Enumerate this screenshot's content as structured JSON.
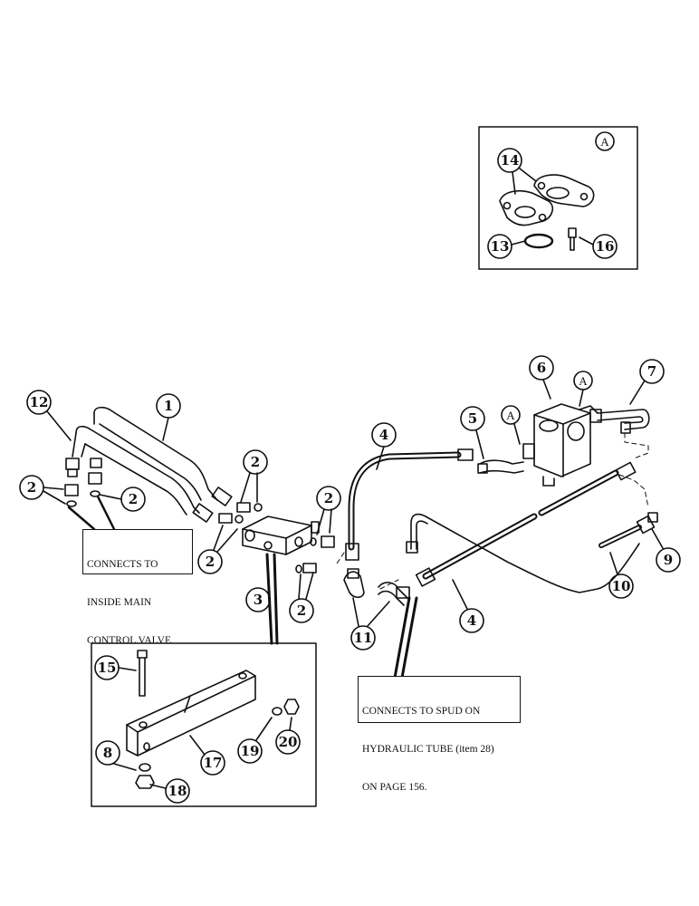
{
  "inset_label": "A",
  "detail_marker": "A",
  "callouts": {
    "c1": "1",
    "c2": "2",
    "c3": "3",
    "c4": "4",
    "c5": "5",
    "c6": "6",
    "c7": "7",
    "c8": "8",
    "c9": "9",
    "c10": "10",
    "c11": "11",
    "c12": "12",
    "c13": "13",
    "c14": "14",
    "c15": "15",
    "c16": "16",
    "c17": "17",
    "c18": "18",
    "c19": "19",
    "c20": "20"
  },
  "notes": {
    "main_control_valve": [
      "CONNECTS TO",
      "INSIDE MAIN",
      "CONTROL VALVE"
    ],
    "spud": [
      "CONNECTS TO SPUD ON",
      "HYDRAULIC TUBE (item 28)",
      "ON PAGE 156."
    ]
  }
}
